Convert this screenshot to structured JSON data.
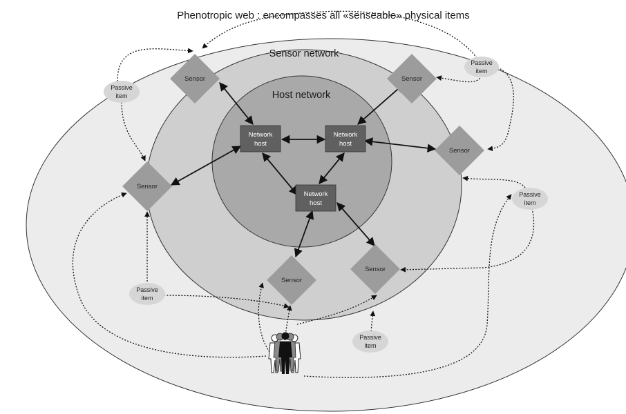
{
  "title": "Phenotropic web : encompasses all «senseable» physical items",
  "zones": {
    "sensor_network": "Sensor network",
    "host_network": "Host network"
  },
  "hosts": [
    {
      "label_line1": "Network",
      "label_line2": "host"
    },
    {
      "label_line1": "Network",
      "label_line2": "host"
    },
    {
      "label_line1": "Network",
      "label_line2": "host"
    }
  ],
  "sensors": [
    {
      "label": "Sensor"
    },
    {
      "label": "Sensor"
    },
    {
      "label": "Sensor"
    },
    {
      "label": "Sensor"
    },
    {
      "label": "Sensor"
    },
    {
      "label": "Sensor"
    }
  ],
  "passive_items": [
    {
      "label_line1": "Passive",
      "label_line2": "item"
    },
    {
      "label_line1": "Passive",
      "label_line2": "item"
    },
    {
      "label_line1": "Passive",
      "label_line2": "item"
    },
    {
      "label_line1": "Passive",
      "label_line2": "item"
    },
    {
      "label_line1": "Passive",
      "label_line2": "item"
    }
  ],
  "colors": {
    "outer_ellipse": "#ececec",
    "sensor_ring": "#cfcfcf",
    "host_zone": "#a9a9a9",
    "host_box": "#606060",
    "sensor_diamond": "#9c9c9c",
    "passive_ellipse": "#d6d6d6"
  },
  "icons": [
    "people-group-icon"
  ]
}
